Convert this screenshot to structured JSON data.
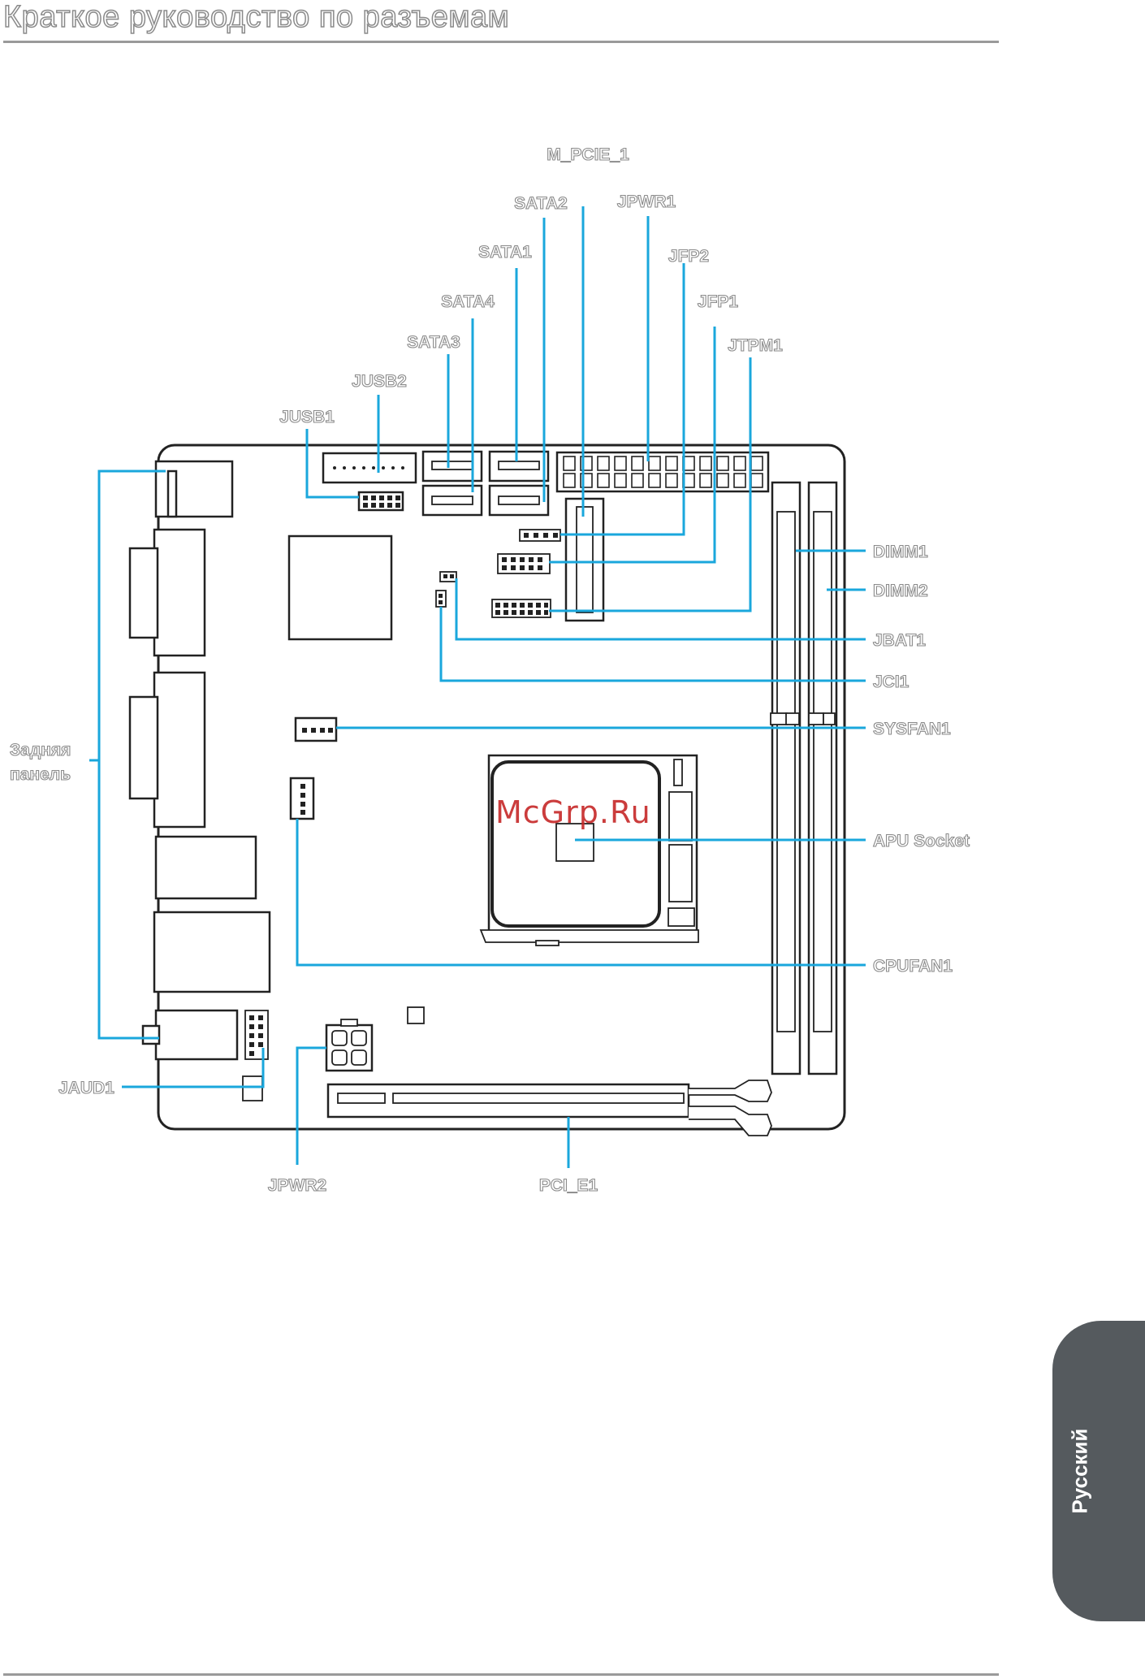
{
  "page": {
    "title": "Краткое руководство по разъемам",
    "tab_label": "Русский",
    "watermark": "McGrp.Ru"
  },
  "colors": {
    "leader": "#1aa7dc",
    "outline": "#222222",
    "label_outline": "#8a8a8a",
    "tab": "#555a5e"
  },
  "labels": {
    "m_pcie_1": "M_PCIE_1",
    "sata2": "SATA2",
    "jpwr1": "JPWR1",
    "sata1": "SATA1",
    "jfp2": "JFP2",
    "sata4": "SATA4",
    "jfp1": "JFP1",
    "sata3": "SATA3",
    "jtpm1": "JTPM1",
    "jusb2": "JUSB2",
    "jusb1": "JUSB1",
    "rear_panel_line1": "Задняя",
    "rear_panel_line2": "панель",
    "dimm1": "DIMM1",
    "dimm2": "DIMM2",
    "jbat1": "JBAT1",
    "jci1": "JCI1",
    "sysfan1": "SYSFAN1",
    "apu_socket": "APU Socket",
    "cpufan1": "CPUFAN1",
    "jaud1": "JAUD1",
    "jpwr2": "JPWR2",
    "pci_e1": "PCI_E1"
  }
}
